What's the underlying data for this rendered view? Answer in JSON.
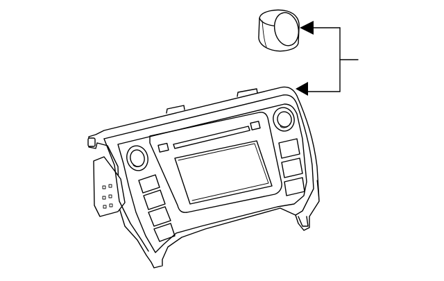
{
  "diagram": {
    "parts": [
      {
        "id": "radio-control-knob",
        "icon": "knob-icon"
      },
      {
        "id": "radio-bezel-panel",
        "icon": "bezel-panel-icon"
      }
    ],
    "callout": {
      "style": "bracket",
      "arrowhead_color": "#000000",
      "targets": [
        "radio-control-knob",
        "radio-bezel-panel"
      ]
    },
    "line_color": "#000000",
    "background": "#ffffff"
  }
}
